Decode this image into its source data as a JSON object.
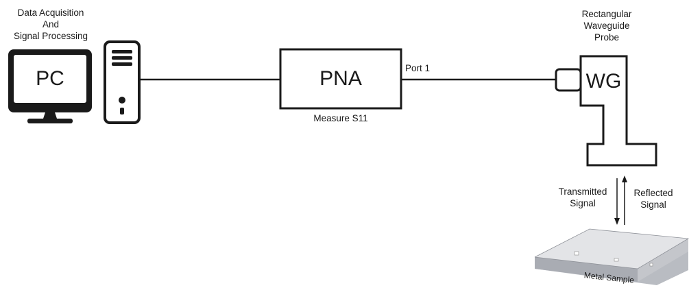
{
  "pc_caption": [
    "Data Acquisition",
    "And",
    "Signal Processing"
  ],
  "pc_label": "PC",
  "pna_label": "PNA",
  "pna_caption": "Measure S11",
  "port_label": "Port 1",
  "probe_caption": [
    "Rectangular",
    "Waveguide",
    "Probe"
  ],
  "wg_label": "WG",
  "transmitted_label": [
    "Transmitted",
    "Signal"
  ],
  "reflected_label": [
    "Reflected",
    "Signal"
  ],
  "sample_label": "Metal Sample"
}
